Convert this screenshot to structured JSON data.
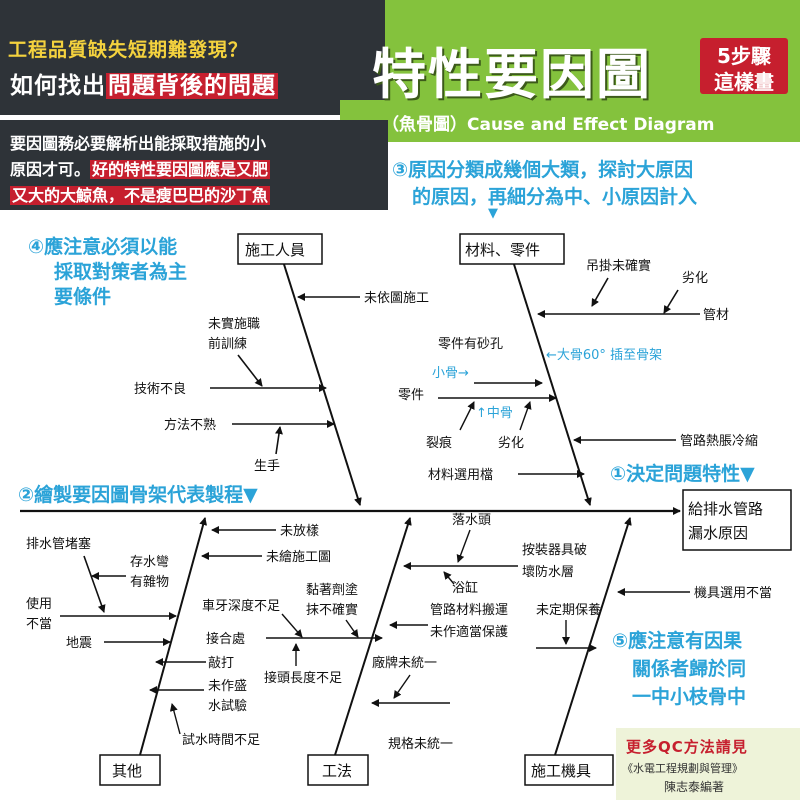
{
  "header": {
    "question_line1": "工程品質缺失短期難發現？",
    "question_line2_pre": "如何找出",
    "question_line2_highlight": "問題背後的問題",
    "title": "特性要因圖",
    "steps_badge_top": "5步驟",
    "steps_badge_bottom": "這樣畫",
    "subtitle": "（魚骨圖）Cause and Effect Diagram"
  },
  "intro": {
    "line1": "要因圖務必要解析出能採取措施的小",
    "line2_pre": "原因才可。",
    "line2_highlight": "好的特性要因圖應是又肥",
    "line3_highlight": "又大的大鯨魚，不是瘦巴巴的沙丁魚"
  },
  "callouts": {
    "step1": "①決定問題特性▼",
    "step2": "②繪製要因圖骨架代表製程▼",
    "step3_line1": "③原因分類成幾個大類，探討大原因",
    "step3_line2": "的原因，再細分為中、小原因計入",
    "step3_arrow": "▼",
    "step4_line1": "④應注意必須以能",
    "step4_line2": "採取對策者為主",
    "step4_line3": "要條件",
    "step5_line1": "⑤應注意有因果",
    "step5_line2": "關係者歸於同",
    "step5_line3": "一中小枝骨中",
    "big_bone_note": "←大骨60° 插至骨架",
    "small_bone_note": "小骨→",
    "mid_bone_note": "↑中骨"
  },
  "diagram": {
    "effect_line1": "給排水管路",
    "effect_line2": "漏水原因",
    "categories": {
      "workers": "施工人員",
      "materials": "材料、零件",
      "others": "其他",
      "method": "工法",
      "machines": "施工機具"
    },
    "causes": {
      "not_per_drawing": "未依圖施工",
      "no_training_1": "未實施職",
      "no_training_2": "前訓練",
      "poor_skill": "技術不良",
      "wrong_method": "方法不熟",
      "novice": "生手",
      "hanger_insecure": "吊掛未確實",
      "deterioration": "劣化",
      "pipe": "管材",
      "parts_sand": "零件有砂孔",
      "parts": "零件",
      "crack": "裂痕",
      "degraded": "劣化",
      "thermal_expansion": "管路熱脹冷縮",
      "material_selection": "材料選用檔",
      "drain_blocked": "排水管堵塞",
      "trap_debris_1": "存水彎",
      "trap_debris_2": "有雜物",
      "misuse_1": "使用",
      "misuse_2": "不當",
      "earthquake": "地震",
      "not_lofted": "未放樣",
      "no_shop_drawing": "未繪施工圖",
      "thread_depth": "車牙深度不足",
      "adhesive_1": "黏著劑塗",
      "adhesive_2": "抹不確實",
      "joints": "接合處",
      "knocking": "敲打",
      "no_water_test_1": "未作盛",
      "no_water_test_2": "水試驗",
      "joint_length": "接頭長度不足",
      "test_time": "試水時間不足",
      "floor_drain": "落水頭",
      "fixture_damage_1": "按裝器具破",
      "fixture_damage_2": "壞防水層",
      "bathtub": "浴缸",
      "pipe_handling": "管路材料搬運",
      "no_protection": "未作適當保護",
      "brand_mismatch": "廠牌未統一",
      "spec_mismatch": "規格未統一",
      "no_maintenance": "未定期保養",
      "wrong_equipment": "機具選用不當"
    }
  },
  "credit": {
    "line1": "更多QC方法請見",
    "line2": "《水電工程規劃與管理》",
    "line3": "陳志泰編著"
  }
}
